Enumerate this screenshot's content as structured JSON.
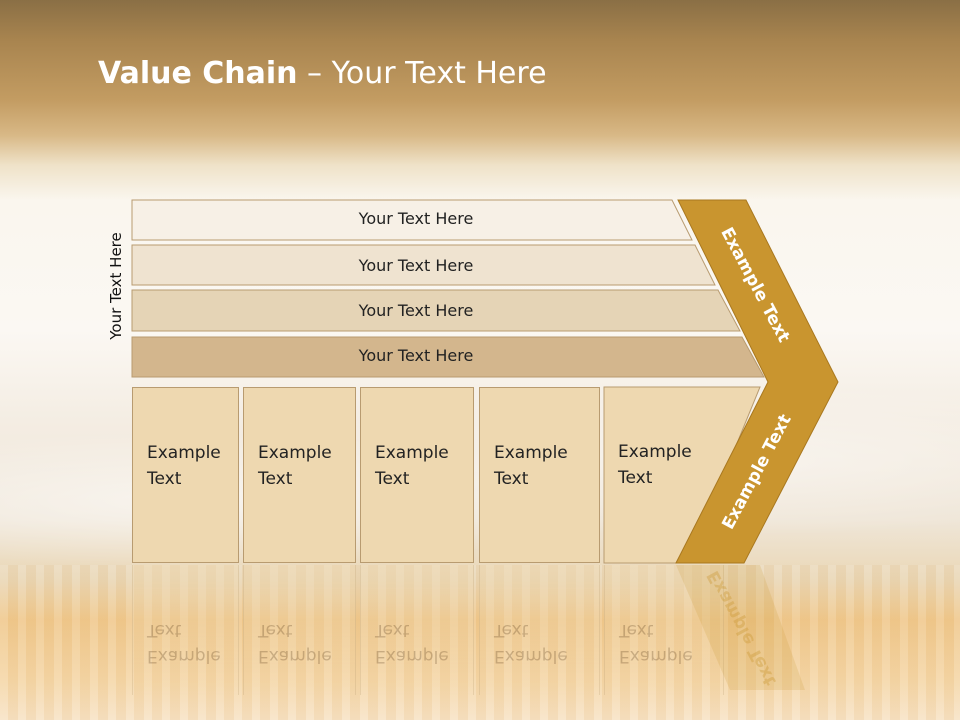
{
  "title": {
    "bold": "Value Chain",
    "rest": " – Your Text Here"
  },
  "side_label": "Your Text Here",
  "layers": [
    "Your Text Here",
    "Your Text Here",
    "Your Text Here",
    "Your Text Here"
  ],
  "boxes": [
    "Example\nText",
    "Example\nText",
    "Example\nText",
    "Example\nText",
    "Example\nText"
  ],
  "chevron": {
    "top_label": "Example Text",
    "bottom_label": "Example Text",
    "color": "#c9952f"
  },
  "colors": {
    "layer1": "#f7f0e6",
    "layer2": "#efe3d0",
    "layer3": "#e5d4b6",
    "layer4": "#d3b68d",
    "box": "#eed8b0",
    "border": "#b89b70"
  }
}
